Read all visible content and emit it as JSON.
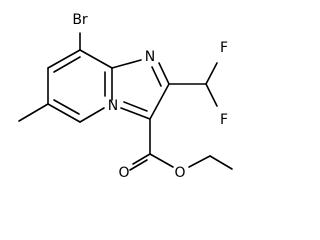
{
  "atoms": {
    "bromine": "Br",
    "ring_nitrogen_top": "N",
    "ring_nitrogen_bridge": "N",
    "fluorine_top": "F",
    "fluorine_bottom": "F",
    "ester_carbonyl_oxygen": "O",
    "ester_ether_oxygen": "O"
  }
}
